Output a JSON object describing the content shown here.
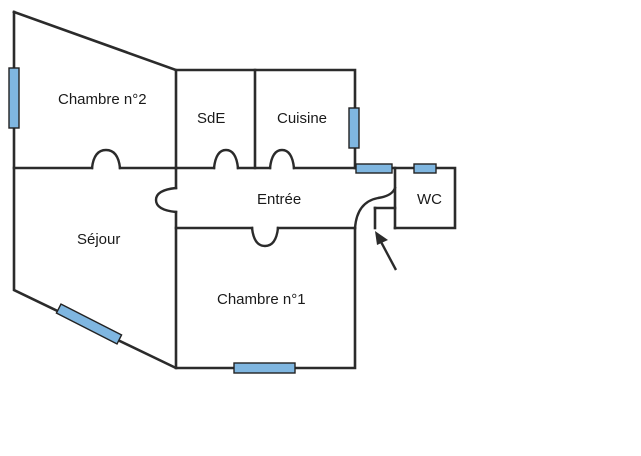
{
  "rooms": {
    "chambre2": "Chambre n°2",
    "sde": "SdE",
    "cuisine": "Cuisine",
    "entree": "Entrée",
    "wc": "WC",
    "sejour": "Séjour",
    "chambre1": "Chambre n°1"
  },
  "colors": {
    "wall": "#2b2b2b",
    "window": "#7fb6e0",
    "background": "#ffffff"
  },
  "icons": {
    "entrance_indicator": "entrance-arrow-icon"
  }
}
